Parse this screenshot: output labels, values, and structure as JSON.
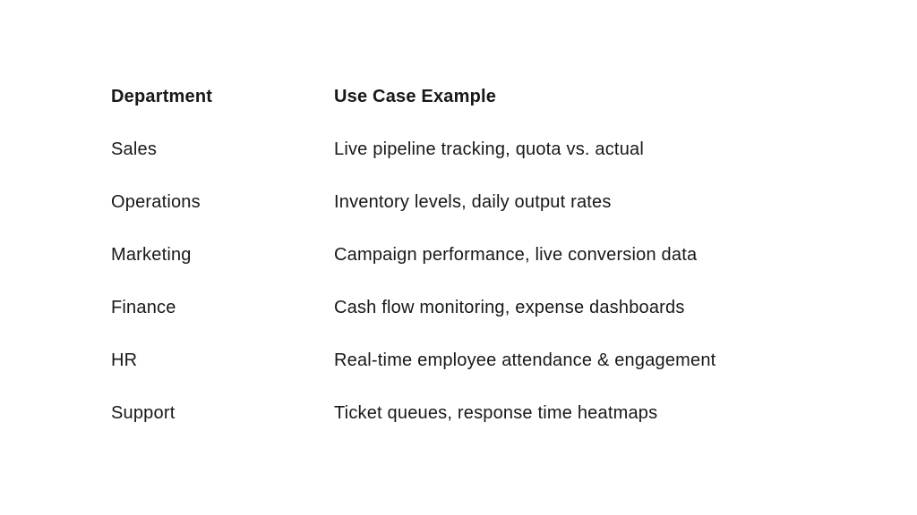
{
  "table": {
    "headers": {
      "department": "Department",
      "use_case": "Use Case Example"
    },
    "rows": [
      {
        "department": "Sales",
        "use_case": "Live pipeline tracking, quota vs. actual"
      },
      {
        "department": "Operations",
        "use_case": "Inventory levels, daily output rates"
      },
      {
        "department": "Marketing",
        "use_case": "Campaign performance, live conversion data"
      },
      {
        "department": "Finance",
        "use_case": "Cash flow monitoring, expense dashboards"
      },
      {
        "department": "HR",
        "use_case": "Real-time employee attendance & engagement"
      },
      {
        "department": "Support",
        "use_case": "Ticket queues, response time heatmaps"
      }
    ]
  },
  "colors": {
    "background": "#ffffff",
    "text": "#16181a"
  }
}
